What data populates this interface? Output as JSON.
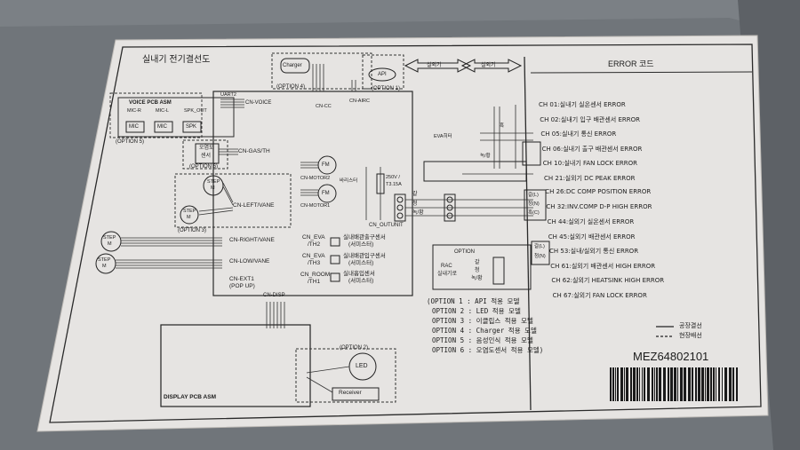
{
  "title": "실내기 전기결선도",
  "blocks": {
    "voice_pcb": "VOICE PCB ASM",
    "display_pcb": "DISPLAY PCB ASM",
    "mic_r": "MIC-R",
    "mic_l": "MIC-L",
    "spk_out": "SPK_OUT",
    "uart2": "UART2",
    "mic": "MIC",
    "spk": "SPK",
    "charger": "Charger",
    "api": "API",
    "led": "LED",
    "receiver": "Receiver",
    "fm_label": "FM",
    "step_label": "STEP",
    "m_label": "M",
    "gas_sensor_1": "오염도",
    "gas_sensor_2": "센서"
  },
  "connectors": {
    "cn_voice": "CN-VOICE",
    "cn_cc": "CN-CC",
    "cn_airc": "CN-AIRC",
    "cn_gas": "CN-GAS/TH",
    "cn_left": "CN-LEFT/VANE",
    "cn_motor2": "CN-MOTOR2",
    "cn_motor1": "CN-MOTOR1",
    "cn_right": "CN-RIGHT/VANE",
    "cn_low": "CN-LOW/VANE",
    "cn_ext1": "CN-EXT1",
    "pop_up": "(POP UP)",
    "cn_disp": "CN-DISP",
    "cn_outunit": "CN_OUTUNIT",
    "cn_eva1": "CN_EVA",
    "th2": "/TH2",
    "cn_eva2": "CN_EVA",
    "th3": "/TH3",
    "cn_room": "CN_ROOM",
    "th1": "/TH1"
  },
  "options_on_diagram": {
    "opt5": "(OPTION 5)",
    "opt4": "(OPTION 4)",
    "opt1": "(OPTION 1)",
    "opt6": "(OPTION 6)",
    "opt3": "(OPTION 3)",
    "opt2": "(OPTION 2)"
  },
  "sensors": {
    "out_pipe_1": "실내배관출구센서",
    "out_pipe_2": "(서미스터)",
    "in_pipe_1": "실내배관입구센서",
    "in_pipe_2": "(서미스터)",
    "room_1": "실내흡입센서",
    "room_2": "(서미스터)"
  },
  "power": {
    "varistor": "바리스터",
    "fuse_1": "250V /",
    "fuse_2": "T3.15A",
    "eva_heater": "EVA히터",
    "rac_1": "RAC",
    "rac_2": "실내기로",
    "option_box": "OPTION",
    "terminal_labels": [
      "갈",
      "청",
      "녹/황"
    ],
    "side_labels": [
      "갈(L)",
      "청(N)",
      "흑(C)",
      "갈(L)",
      "청(N)"
    ],
    "wire_green": "녹/황",
    "wire_black": "흑"
  },
  "arrows": {
    "left": "실외기",
    "right": "실외기"
  },
  "option_notes": [
    "(OPTION 1 : API 적용 모델",
    "OPTION 2 : LED 적용 모델",
    "OPTION 3 : 이클립스 적용 모델",
    "OPTION 4 : Charger 적용 모델",
    "OPTION 5 : 음성인식 적용 모델",
    "OPTION 6 : 오염도센서 적용 모델)"
  ],
  "error_panel": {
    "header": "ERROR 코드",
    "codes": [
      "CH 01:실내기 실온센서 ERROR",
      "CH 02:실내기 입구 배관센서 ERROR",
      "CH 05:실내기 통신 ERROR",
      "CH 06:실내기 출구 배관센서 ERROR",
      "CH 10:실내기 FAN LOCK ERROR",
      "CH 21:실외기 DC PEAK ERROR",
      "CH 26:DC COMP POSITION ERROR",
      "CH 32:INV.COMP D-P HIGH ERROR",
      "CH 44:실외기 실온센서 ERROR",
      "CH 45:실외기 배관센서 ERROR",
      "CH 53:실내/실외기 통신 ERROR",
      "CH 61:실외기 배관센서 HIGH ERROR",
      "CH 62:실외기 HEATSINK HIGH ERROR",
      "CH 67:실외기 FAN LOCK ERROR"
    ],
    "legend_factory": "공장결선",
    "legend_field": "현장배선",
    "model_code": "MEZ64802101"
  }
}
